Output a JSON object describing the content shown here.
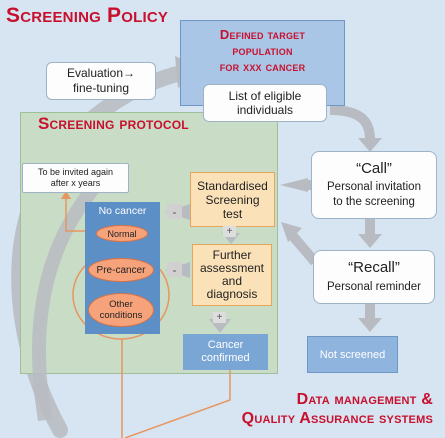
{
  "headings": {
    "screening_policy": "Screening Policy",
    "screening_protocol": "Screening protocol",
    "data_management_line1": "Data management &",
    "data_management_line2": "Quality Assurance systems"
  },
  "population": {
    "line1": "Defined target",
    "line2": "population",
    "line3": "for xxx cancer"
  },
  "eligible": {
    "line1": "List of eligible",
    "line2": "individuals"
  },
  "evaluation": {
    "line1": "Evaluation→",
    "line2": "fine-tuning"
  },
  "call": {
    "title": "“Call”",
    "line1": "Personal invitation",
    "line2": "to the screening"
  },
  "recall": {
    "title": "“Recall”",
    "line1": "Personal reminder"
  },
  "not_screened": "Not screened",
  "invited_again": {
    "line1": "To be invited again",
    "line2": "after x years"
  },
  "screening_test": {
    "line1": "Standardised",
    "line2": "Screening",
    "line3": "test"
  },
  "further": {
    "line1": "Further",
    "line2": "assessment",
    "line3": "and",
    "line4": "diagnosis"
  },
  "cancer_confirmed": {
    "line1": "Cancer",
    "line2": "confirmed"
  },
  "no_cancer": "No cancer",
  "normal": "Normal",
  "pre_cancer": "Pre-cancer",
  "other_conditions": {
    "line1": "Other",
    "line2": "conditions"
  },
  "signs": {
    "minus": "-",
    "plus": "+"
  },
  "colors": {
    "title_red": "#c8102e",
    "protocol_green": "#c8dcc6",
    "pale_blue": "#a9c6e6",
    "mid_blue": "#5d8fc7",
    "orange_fill": "#fbe1b8",
    "oval_fill": "#f6a37c",
    "arrow_gray": "#b8bcc2",
    "orange_line": "#e8955f"
  }
}
